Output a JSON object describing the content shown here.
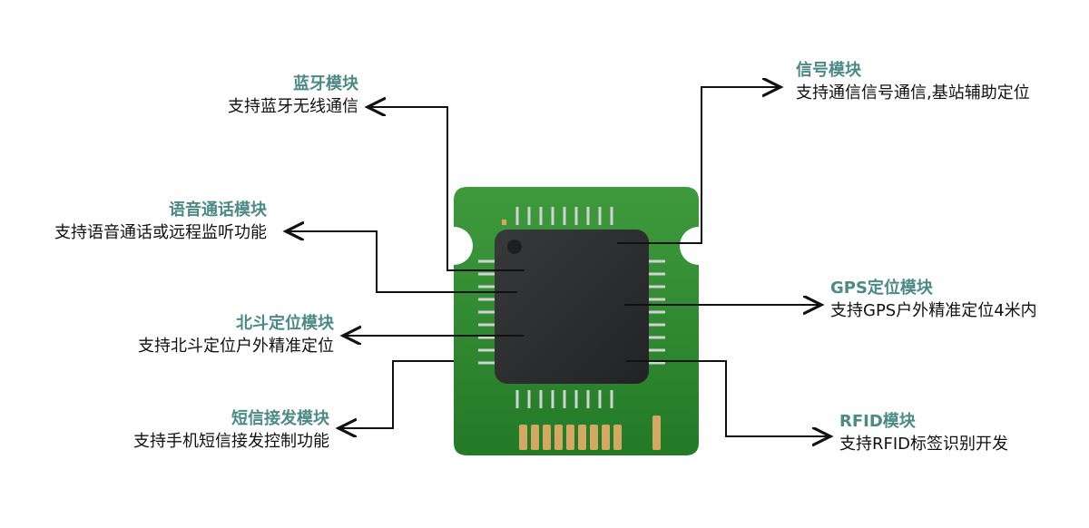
{
  "colors": {
    "title": "#4b8a87",
    "board": "#2f8a2f",
    "chip": "#2b2c2e",
    "pad": "#d2a862"
  },
  "modules": {
    "bluetooth": {
      "title": "蓝牙模块",
      "desc": "支持蓝牙无线通信"
    },
    "voice": {
      "title": "语音通话模块",
      "desc": "支持语音通话或远程监听功能"
    },
    "beidou": {
      "title": "北斗定位模块",
      "desc": "支持北斗定位户外精准定位"
    },
    "sms": {
      "title": "短信接发模块",
      "desc": "支持手机短信接发控制功能"
    },
    "signal": {
      "title": "信号模块",
      "desc": "支持通信信号通信,基站辅助定位"
    },
    "gps": {
      "title": "GPS定位模块",
      "desc": "支持GPS户外精准定位4米内"
    },
    "rfid": {
      "title": "RFID模块",
      "desc": "支持RFID标签识别开发"
    }
  }
}
